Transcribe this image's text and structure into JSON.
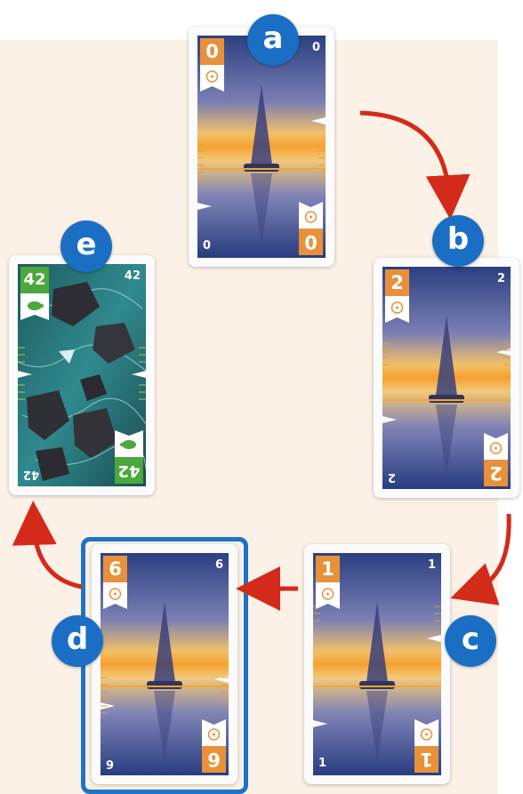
{
  "colors": {
    "background": "#fcf1e6",
    "accent_blue": "#1a6fc4",
    "badge_orange": "#e8913a",
    "badge_green": "#4aa83c",
    "arrow_red": "#d42a1a"
  },
  "cards": [
    {
      "id": "a",
      "label": "a",
      "value": "0",
      "corner": "0",
      "type": "sailboat"
    },
    {
      "id": "b",
      "label": "b",
      "value": "2",
      "corner": "2",
      "type": "sailboat"
    },
    {
      "id": "c",
      "label": "c",
      "value": "1",
      "corner": "1",
      "type": "sailboat"
    },
    {
      "id": "d",
      "label": "d",
      "value": "6",
      "corner": "6",
      "type": "sailboat",
      "highlighted": true
    },
    {
      "id": "e",
      "label": "e",
      "value": "42",
      "corner": "42",
      "type": "rocks"
    }
  ],
  "icons": {
    "sailboat": "sailboat-icon",
    "rocks": "turtle-icon",
    "compass": "compass-icon"
  }
}
